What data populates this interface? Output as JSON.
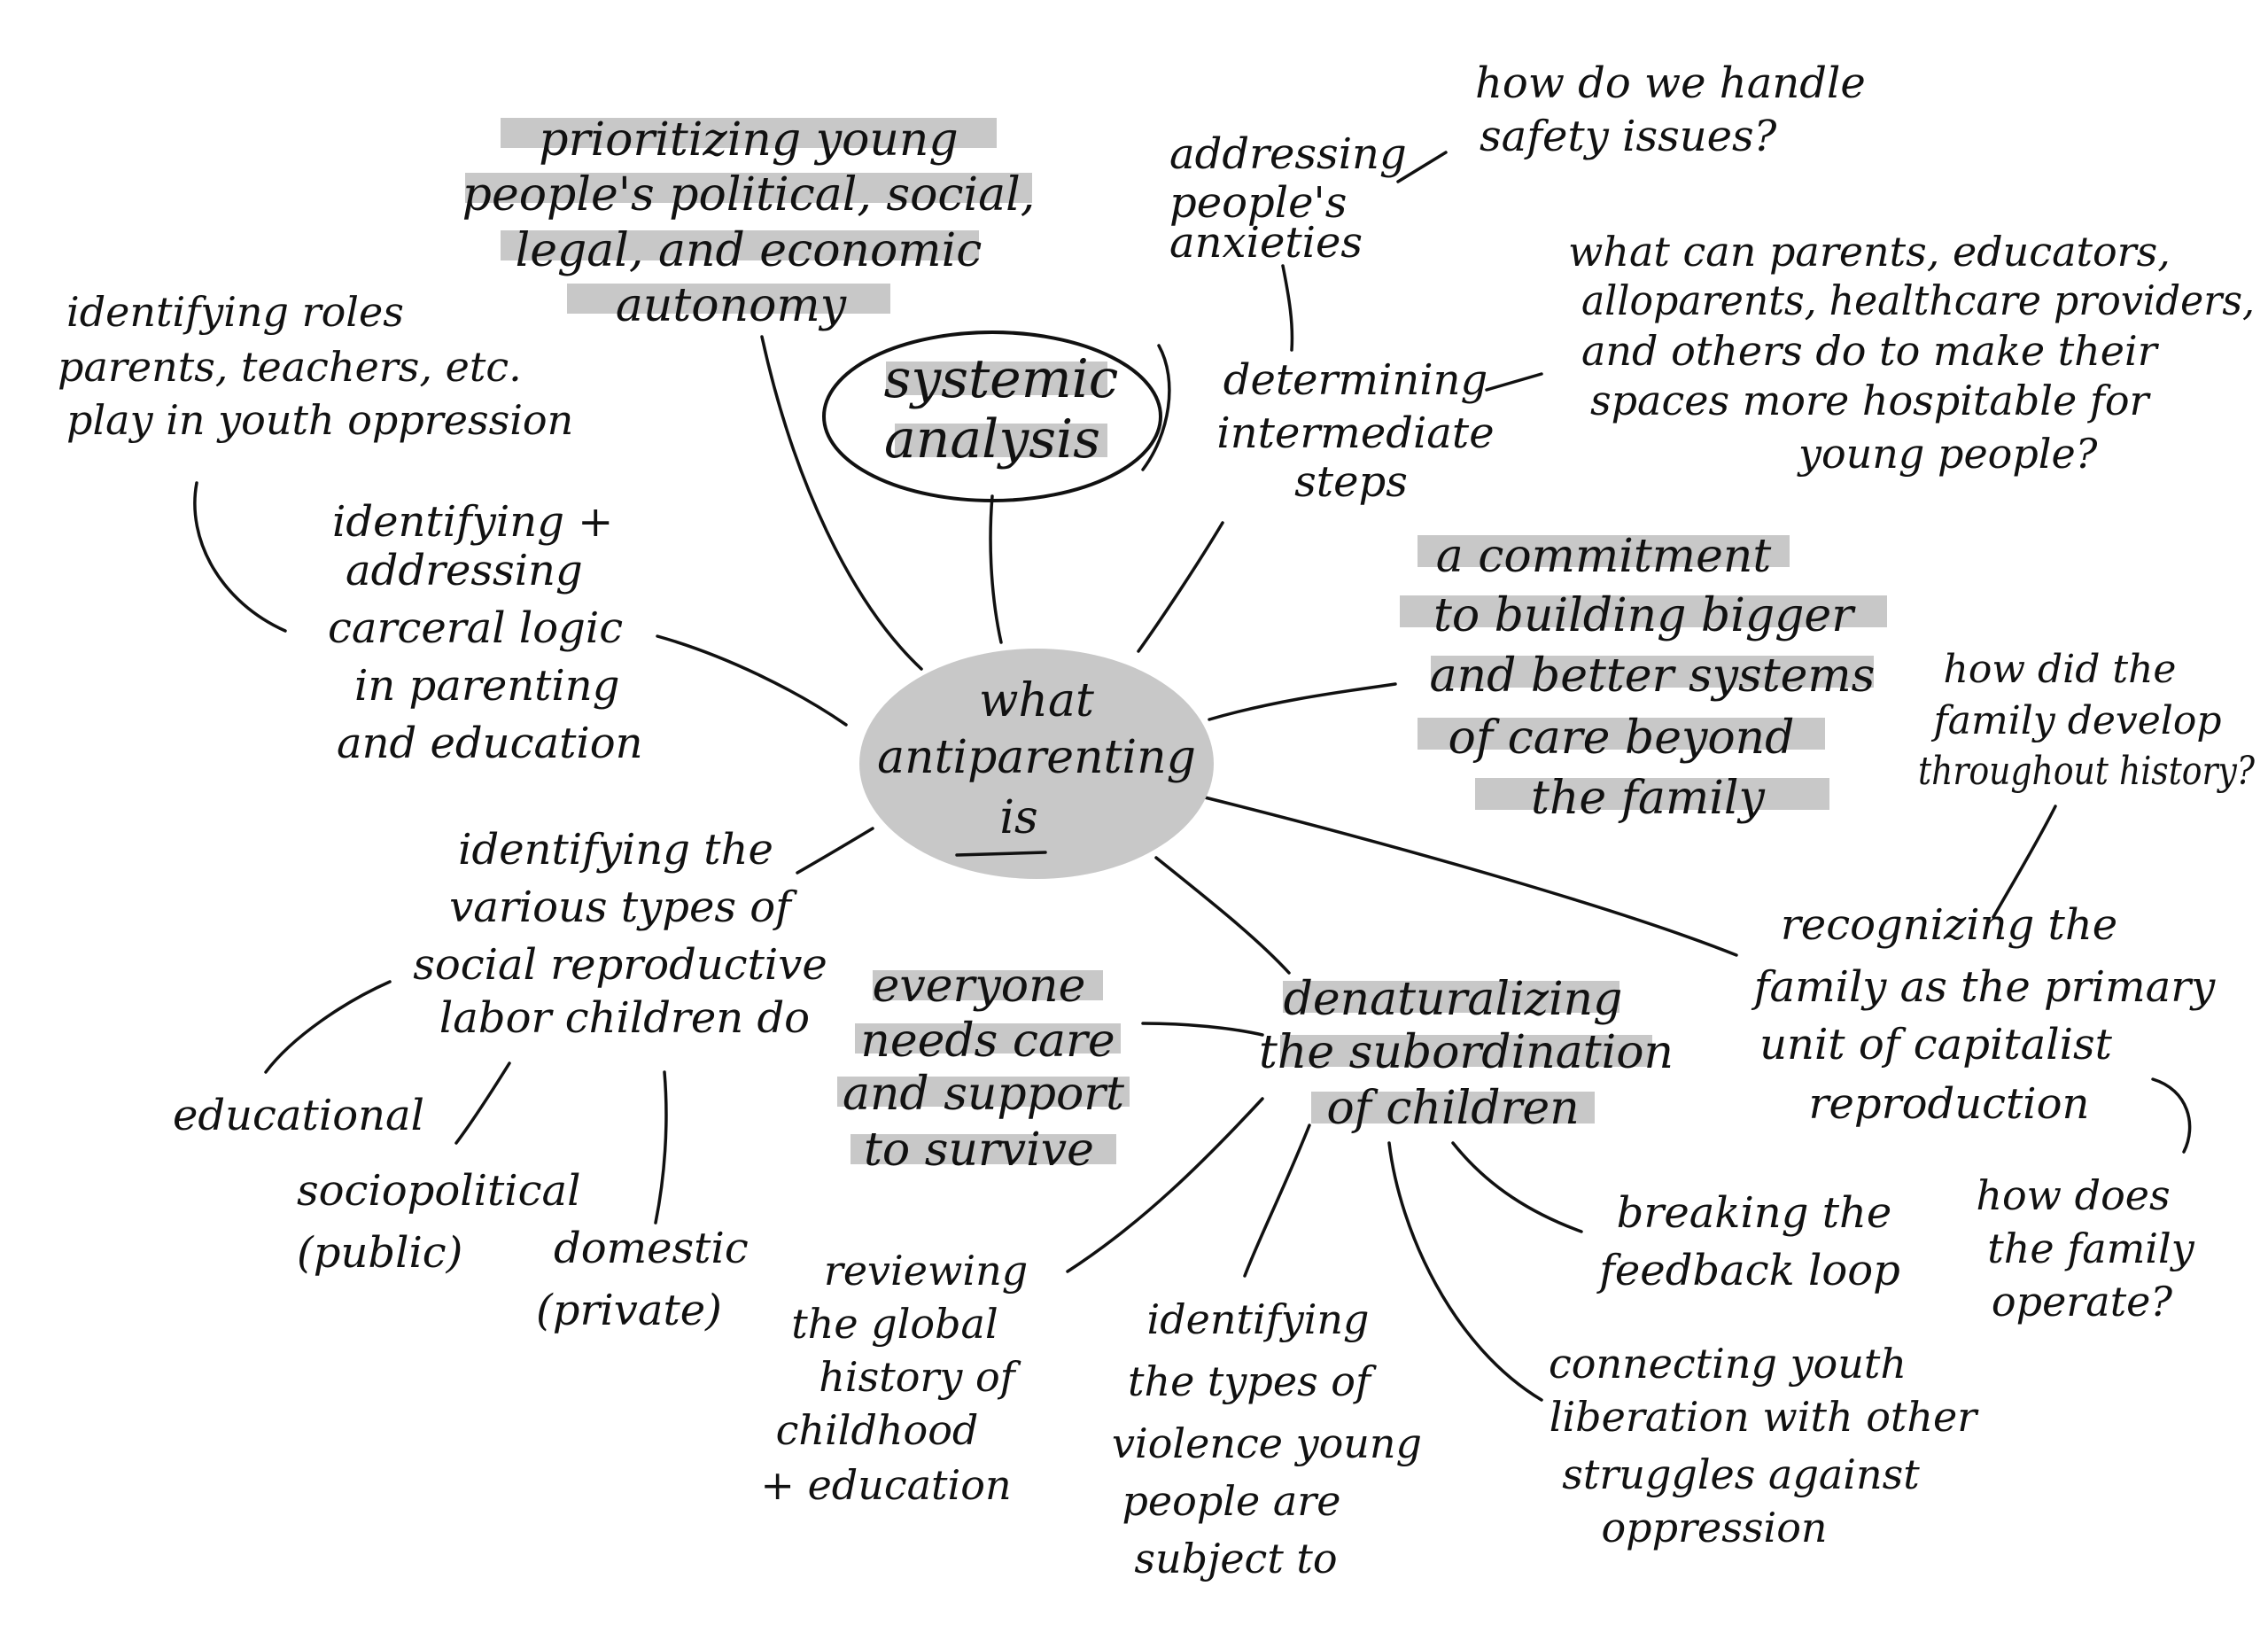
{
  "center": {
    "line1": "what",
    "line2": "antiparenting",
    "line3": "is",
    "fill_color": "#c8c8c8"
  },
  "nodes": {
    "prioritizing": [
      "prioritizing young",
      "people's political, social,",
      "legal, and economic",
      "autonomy"
    ],
    "systemic": [
      "systemic",
      "analysis"
    ],
    "addressing_anxieties": [
      "addressing",
      "people's",
      "anxieties"
    ],
    "safety": [
      "how do we handle",
      "safety issues?"
    ],
    "intermediate": [
      "determining",
      "intermediate",
      "steps"
    ],
    "what_can": [
      "what can parents, educators,",
      "alloparents, healthcare providers,",
      "and others do to make their",
      "spaces more hospitable for",
      "young people?"
    ],
    "identifying_roles": [
      "identifying roles",
      "parents, teachers, etc.",
      "play in youth oppression"
    ],
    "carceral": [
      "identifying +",
      "addressing",
      "carceral logic",
      "in parenting",
      "and education"
    ],
    "commitment": [
      "a commitment",
      "to building bigger",
      "and better systems",
      "of care beyond",
      "the family"
    ],
    "how_did": [
      "how did the",
      "family develop",
      "throughout history?"
    ],
    "social_repro": [
      "identifying the",
      "various types of",
      "social reproductive",
      "labor children do"
    ],
    "educational": [
      "educational"
    ],
    "sociopolitical": [
      "sociopolitical",
      "(public)"
    ],
    "domestic": [
      "domestic",
      "(private)"
    ],
    "everyone": [
      "everyone",
      "needs care",
      "and support",
      "to survive"
    ],
    "denaturalizing": [
      "denaturalizing",
      "the subordination",
      "of children"
    ],
    "recognizing": [
      "recognizing the",
      "family as the primary",
      "unit of capitalist",
      "reproduction"
    ],
    "how_does": [
      "how does",
      "the family",
      "operate?"
    ],
    "breaking": [
      "breaking the",
      "feedback loop"
    ],
    "reviewing": [
      "reviewing",
      "the global",
      "history of",
      "childhood",
      "+ education"
    ],
    "violence": [
      "identifying",
      "the types of",
      "violence young",
      "people are",
      "subject to"
    ],
    "connecting": [
      "connecting youth",
      "liberation with other",
      "struggles against",
      "oppression"
    ]
  },
  "colors": {
    "ink": "#111111",
    "highlight": "#c8c8c8",
    "background": "#ffffff"
  }
}
